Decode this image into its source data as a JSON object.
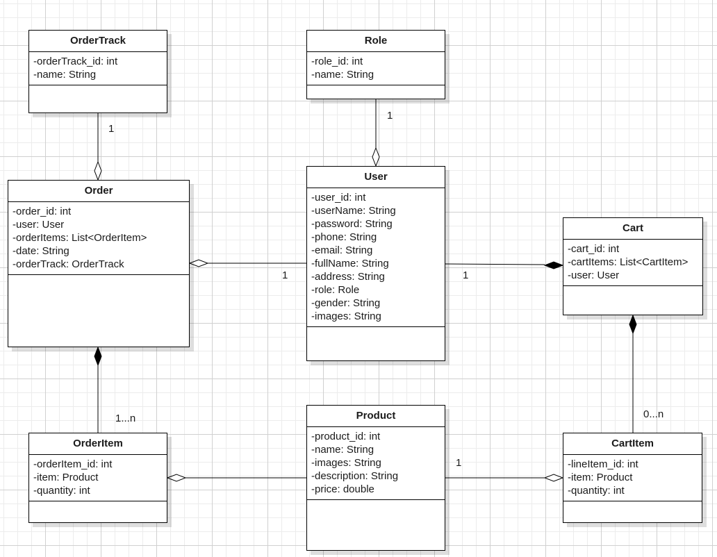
{
  "classes": {
    "ordertrack": {
      "name": "OrderTrack",
      "attributes": [
        "-orderTrack_id: int",
        "-name: String"
      ]
    },
    "role": {
      "name": "Role",
      "attributes": [
        "-role_id: int",
        "-name: String"
      ]
    },
    "order": {
      "name": "Order",
      "attributes": [
        "-order_id: int",
        "-user: User",
        "-orderItems: List<OrderItem>",
        "-date: String",
        "-orderTrack: OrderTrack"
      ]
    },
    "user": {
      "name": "User",
      "attributes": [
        "-user_id: int",
        "-userName: String",
        "-password: String",
        "-phone: String",
        "-email: String",
        "-fullName: String",
        "-address: String",
        "-role: Role",
        "-gender: String",
        "-images: String"
      ]
    },
    "cart": {
      "name": "Cart",
      "attributes": [
        "-cart_id: int",
        "-cartItems: List<CartItem>",
        "-user: User"
      ]
    },
    "orderitem": {
      "name": "OrderItem",
      "attributes": [
        "-orderItem_id: int",
        "-item: Product",
        "-quantity: int"
      ]
    },
    "product": {
      "name": "Product",
      "attributes": [
        "-product_id: int",
        "-name: String",
        "-images: String",
        "-description: String",
        "-price: double"
      ]
    },
    "cartitem": {
      "name": "CartItem",
      "attributes": [
        "-lineItem_id: int",
        "-item: Product",
        "-quantity: int"
      ]
    }
  },
  "relations": [
    {
      "id": "ordertrack-order",
      "from": "OrderTrack",
      "to": "Order",
      "type": "aggregation",
      "multiplicity": "1"
    },
    {
      "id": "role-user",
      "from": "Role",
      "to": "User",
      "type": "aggregation",
      "multiplicity": "1"
    },
    {
      "id": "user-order",
      "from": "User",
      "to": "Order",
      "type": "aggregation",
      "multiplicity": "1"
    },
    {
      "id": "user-cart",
      "from": "User",
      "to": "Cart",
      "type": "composition",
      "multiplicity": "1"
    },
    {
      "id": "orderitem-order",
      "from": "OrderItem",
      "to": "Order",
      "type": "composition",
      "multiplicity": "1...n"
    },
    {
      "id": "cartitem-cart",
      "from": "CartItem",
      "to": "Cart",
      "type": "composition",
      "multiplicity": "0...n"
    },
    {
      "id": "product-orderitem",
      "from": "Product",
      "to": "OrderItem",
      "type": "aggregation",
      "multiplicity": ""
    },
    {
      "id": "product-cartitem",
      "from": "Product",
      "to": "CartItem",
      "type": "aggregation",
      "multiplicity": "1"
    }
  ],
  "colors": {
    "line": "#000000",
    "box_fill": "#ffffff",
    "grid": "#d0d0d0"
  }
}
